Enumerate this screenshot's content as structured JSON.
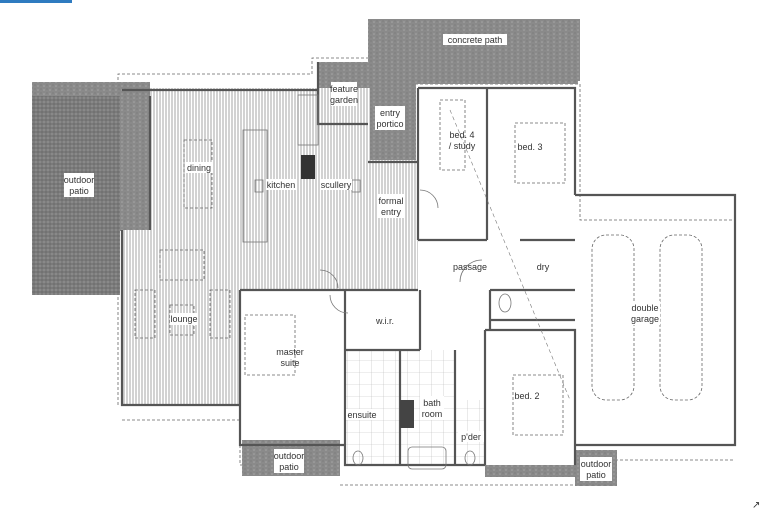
{
  "colors": {
    "accent_bar": "#2f7bc0",
    "paving": "#8a8a8a",
    "wall": "#555555",
    "floor_hatch": "#9a9a9a"
  },
  "plan": {
    "rooms": {
      "concrete_path": "concrete path",
      "feature_garden": [
        "feature",
        "garden"
      ],
      "entry_portico": [
        "entry",
        "portico"
      ],
      "bed4": [
        "bed. 4",
        "/ study"
      ],
      "bed3": "bed. 3",
      "outdoor_patio_west": [
        "outdoor",
        "patio"
      ],
      "dining": "dining",
      "kitchen": "kitchen",
      "scullery": "scullery",
      "formal_entry": [
        "formal",
        "entry"
      ],
      "passage": "passage",
      "dry": "dry",
      "lounge": "lounge",
      "wir": "w.i.r.",
      "master_suite": [
        "master",
        "suite"
      ],
      "double_garage": [
        "double",
        "garage"
      ],
      "ensuite": "ensuite",
      "bathroom": [
        "bath",
        "room"
      ],
      "powder": "p'der",
      "bed2": "bed. 2",
      "outdoor_patio_south": [
        "outdoor",
        "patio"
      ],
      "outdoor_patio_east": [
        "outdoor",
        "patio"
      ]
    },
    "north_arrow_icon": "north-arrow"
  }
}
